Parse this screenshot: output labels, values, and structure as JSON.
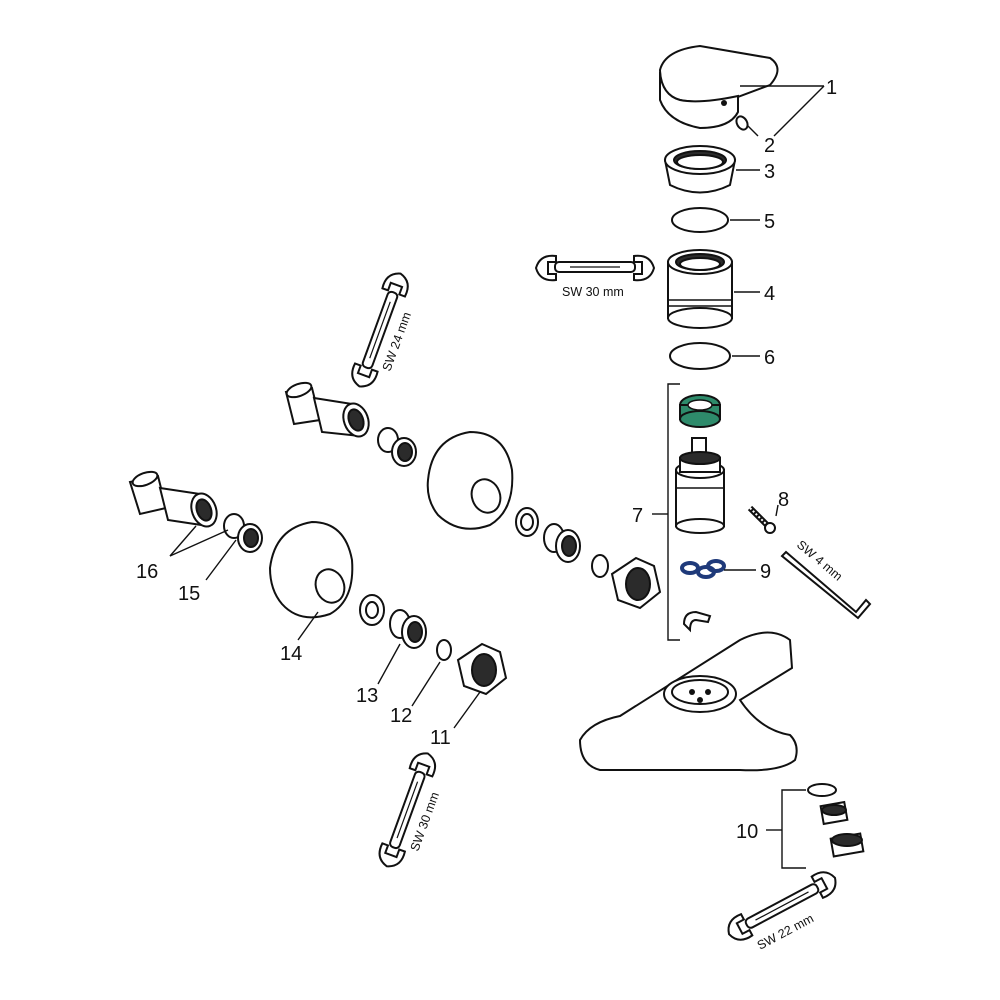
{
  "labels": {
    "p1": "1",
    "p2": "2",
    "p3": "3",
    "p4": "4",
    "p5": "5",
    "p6": "6",
    "p7": "7",
    "p8": "8",
    "p9": "9",
    "p10": "10",
    "p11": "11",
    "p12": "12",
    "p13": "13",
    "p14": "14",
    "p15": "15",
    "p16": "16"
  },
  "wrenches": {
    "top": "SW 30 mm",
    "upper_left": "SW 24 mm",
    "bottom_left": "SW 30 mm",
    "bottom_right": "SW 22 mm",
    "allen": "SW 4 mm"
  },
  "colors": {
    "line": "#111111",
    "fill": "#ffffff",
    "cartridge_ring": "#2e8b6b",
    "o_rings": "#1f3a7a"
  }
}
